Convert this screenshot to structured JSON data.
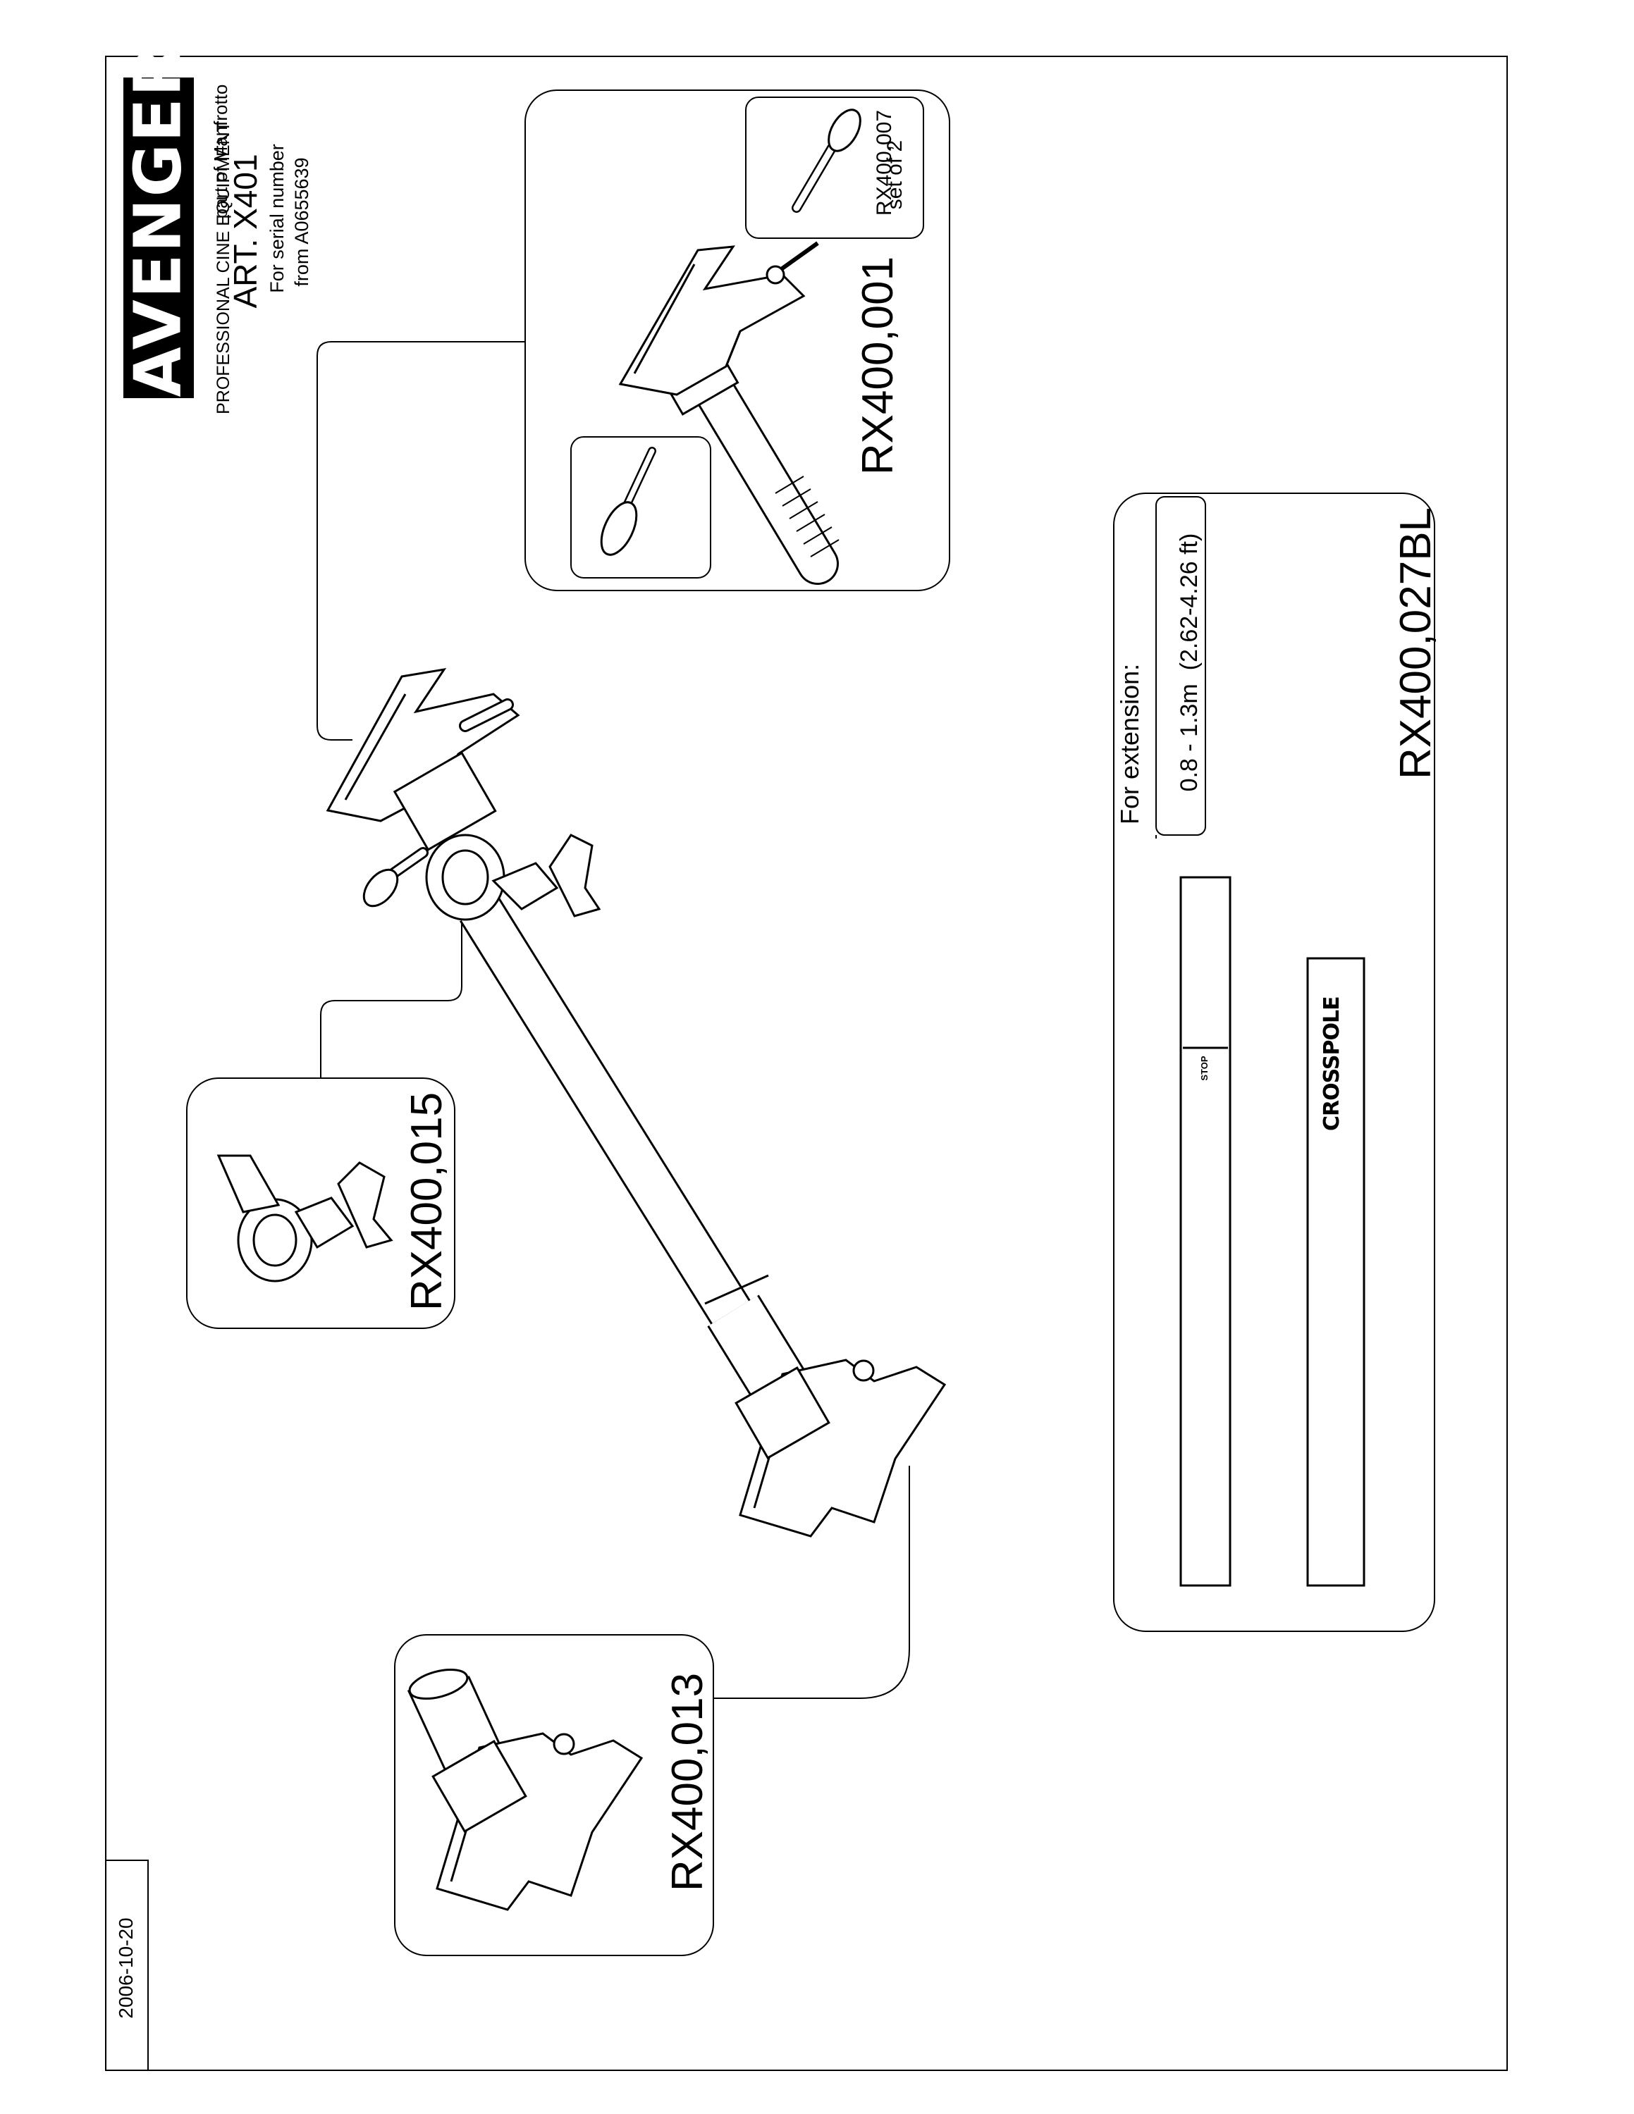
{
  "header": {
    "brand": "AVENGER",
    "brand_sub": "part of Manfrotto",
    "tagline": "PROFESSIONAL CINE EQUIPMENT",
    "article": "ART. X401",
    "serial_line1": "For serial number",
    "serial_line2": "from A0655639"
  },
  "date": "2006-10-20",
  "parts": {
    "top_assembly": "RX400,001",
    "handles": "RX400,007",
    "handles_qty": "set of 2",
    "clamp": "RX400,015",
    "end_plate": "RX400,013",
    "extension": "RX400,027BL"
  },
  "extension_box": {
    "title": "For extension:",
    "range": "0.8 - 1.3m  (2.62-4.26 ft)",
    "stop_label": "STOP",
    "pole_logo": "CROSSPOLE"
  },
  "colors": {
    "line": "#000000",
    "fill": "#ffffff",
    "shade": "#d9d9d9"
  }
}
